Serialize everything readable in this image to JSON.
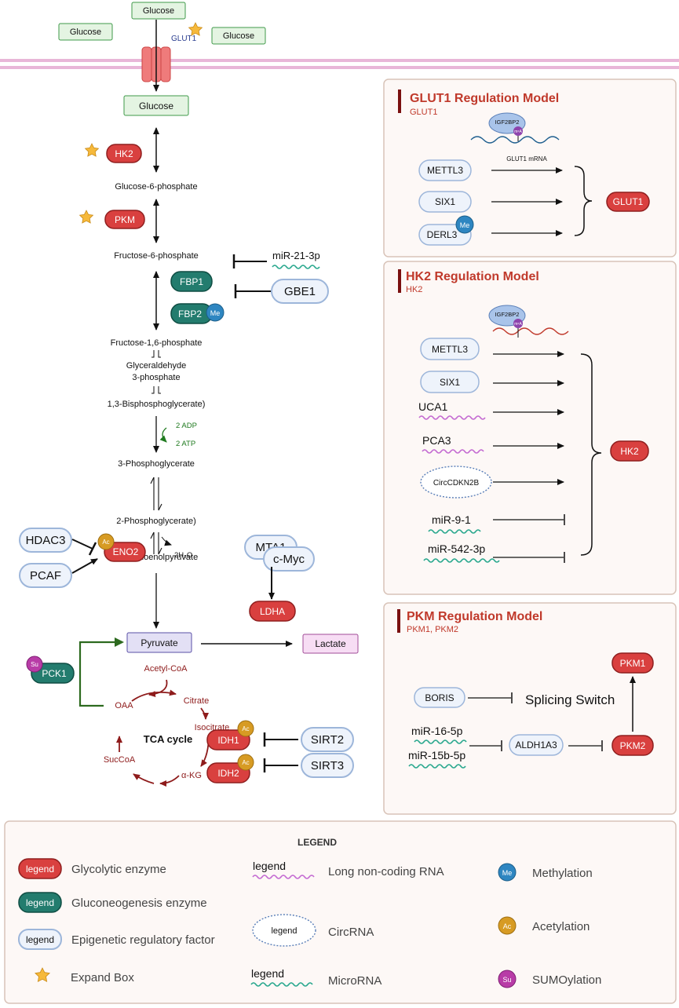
{
  "colors": {
    "glycolytic": "#d9403f",
    "gluconeo": "#237c6e",
    "epigenetic_fill": "#eef3fb",
    "epigenetic_stroke": "#9db6da",
    "methylation": "#2e86c1",
    "acetylation": "#d79b23",
    "sumoylation": "#b83ca7",
    "lncrna": "#c46bd2",
    "mirna": "#2aa88e",
    "tca": "#8e1b1b",
    "title_red": "#c0392b",
    "panel_bg": "#fdf8f6",
    "panel_border": "#d8c3b8",
    "membrane": "#e8b6d8"
  },
  "top": {
    "glucose_outside": "Glucose",
    "glucose_left": "Glucose",
    "glucose_right": "Glucose",
    "glut1_label": "GLUT1",
    "glucose_inside": "Glucose"
  },
  "pathway": {
    "hk2": "HK2",
    "g6p": "Glucose-6-phosphate",
    "pkm": "PKM",
    "f6p": "Fructose-6-phosphate",
    "mir21": "miR-21-3p",
    "fbp1": "FBP1",
    "fbp2": "FBP2",
    "gbe1": "GBE1",
    "f16p": "Fructose-1,6-phosphate",
    "gap_line1": "Glyceraldehyde",
    "gap_line2": "3-phosphate",
    "bpg": "1,3-Bisphosphoglycerate)",
    "adp": "2 ADP",
    "atp": "2 ATP",
    "pg3": "3-Phosphoglycerate",
    "pg2": "2-Phosphoglycerate)",
    "water": "2H₂O",
    "hdac3": "HDAC3",
    "pcaf": "PCAF",
    "eno2": "ENO2",
    "pep": "Phosphoenolpyruvate",
    "mta1": "MTA1",
    "cmyc": "c-Myc",
    "ldha": "LDHA",
    "pyruvate": "Pyruvate",
    "lactate": "Lactate",
    "pck1": "PCK1",
    "acetyl_coa": "Acetyl-CoA",
    "oaa": "OAA",
    "citrate": "Citrate",
    "isocitrate": "Isocitrate",
    "tca": "TCA cycle",
    "idh1": "IDH1",
    "idh2": "IDH2",
    "akg": "α-KG",
    "succoa": "SucCoA",
    "sirt2": "SIRT2",
    "sirt3": "SIRT3"
  },
  "badges": {
    "me": "Me",
    "ac": "Ac",
    "su": "Su"
  },
  "glut1_panel": {
    "title": "GLUT1 Regulation Model",
    "subtitle": "GLUT1",
    "igf": "IGF2BP2",
    "m6a": "m⁶A",
    "mrna": "GLUT1 mRNA",
    "regulators": [
      "METTL3",
      "SIX1",
      "DERL3"
    ],
    "target": "GLUT1"
  },
  "hk2_panel": {
    "title": "HK2 Regulation Model",
    "subtitle": "HK2",
    "igf": "IGF2BP2",
    "m6a": "m⁶A",
    "regulators": [
      "METTL3",
      "SIX1",
      "UCA1",
      "PCA3",
      "CircCDKN2B",
      "miR-9-1",
      "miR-542-3p"
    ],
    "target": "HK2"
  },
  "pkm_panel": {
    "title": "PKM Regulation Model",
    "subtitle": "PKM1, PKM2",
    "pkm1": "PKM1",
    "boris": "BORIS",
    "switch": "Splicing  Switch",
    "mir16": "miR-16-5p",
    "mir15b": "miR-15b-5p",
    "aldh": "ALDH1A3",
    "pkm2": "PKM2"
  },
  "legend": {
    "title": "LEGEND",
    "chip": "legend",
    "glycolytic": "Glycolytic  enzyme",
    "gluconeo": "Gluconeogenesis enzyme",
    "epigenetic": "Epigenetic regulatory factor",
    "expand": "Expand Box",
    "lncrna": "Long non-coding RNA",
    "circrna": "CircRNA",
    "mirna": "MicroRNA",
    "methylation": "Methylation",
    "acetylation": "Acetylation",
    "sumoylation": "SUMOylation"
  }
}
